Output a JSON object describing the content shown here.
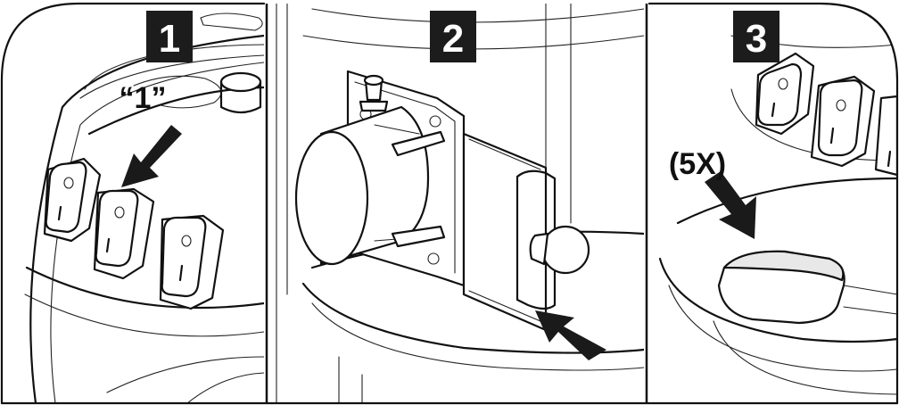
{
  "panels": [
    {
      "step": "1",
      "callout": "“1”"
    },
    {
      "step": "2",
      "callout": ""
    },
    {
      "step": "3",
      "callout": "(5X)"
    }
  ]
}
